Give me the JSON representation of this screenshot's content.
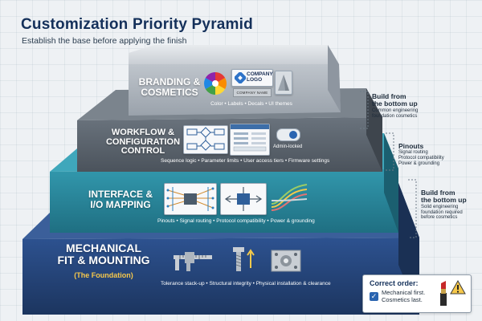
{
  "header": {
    "title": "Customization Priority Pyramid",
    "subtitle": "Establish the base before applying the finish"
  },
  "levels": [
    {
      "id": "branding",
      "title_lines": [
        "BRANDING &",
        "COSMETICS"
      ],
      "subtitle": "Color • Labels • Decals • UI themes",
      "icons": [
        "color-wheel-icon",
        "company-logo-icon",
        "nameplate-icon",
        "paint-sample-icon"
      ],
      "logo_text": [
        "COMPANY",
        "LOGO"
      ],
      "nameplate_text": "COMPANY NAME",
      "color": "#b9bfc6"
    },
    {
      "id": "workflow",
      "title_lines": [
        "WORKFLOW &",
        "CONFIGURATION",
        "CONTROL"
      ],
      "subtitle": "Sequence logic • Parameter limits • User access tiers • Firmware settings",
      "icons": [
        "flowchart-icon",
        "settings-window-icon",
        "toggle-switch-icon"
      ],
      "admin_label": "Admin-locked",
      "color": "#59626c"
    },
    {
      "id": "interface",
      "title_lines": [
        "INTERFACE &",
        "I/O MAPPING"
      ],
      "subtitle": "Pinouts • Signal routing • Protocol compatibility • Power & grounding",
      "icons": [
        "circuit-board-icon",
        "signal-routing-icon",
        "wiring-harness-icon"
      ],
      "color": "#2a8a9f"
    },
    {
      "id": "mechanical",
      "title_lines": [
        "MECHANICAL",
        "FIT & MOUNTING"
      ],
      "foundation_note": "(The Foundation)",
      "subtitle": "Tolerance stack-up • Structural integrity • Physical installation & clearance",
      "icons": [
        "caliper-icon",
        "bolt-icon",
        "mounting-bracket-icon"
      ],
      "color": "#26477c"
    }
  ],
  "side_notes": [
    {
      "heading": [
        "Build from",
        "the bottom up"
      ],
      "body": [
        "Common engineering",
        "foundation cosmetics"
      ]
    },
    {
      "heading": [
        "Pinouts"
      ],
      "body": [
        "Signal routing",
        "Protocol compatibility",
        "Power & grounding"
      ]
    },
    {
      "heading": [
        "Build from",
        "the bottom up"
      ],
      "body": [
        "Solid engineering",
        "foundation required",
        "before cosmetics"
      ]
    }
  ],
  "correct_order": {
    "title": "Correct order:",
    "lines": [
      "Mechanical first.",
      "Cosmetics last."
    ],
    "icons": [
      "checkbox-icon",
      "lipstick-icon",
      "warning-icon"
    ]
  }
}
